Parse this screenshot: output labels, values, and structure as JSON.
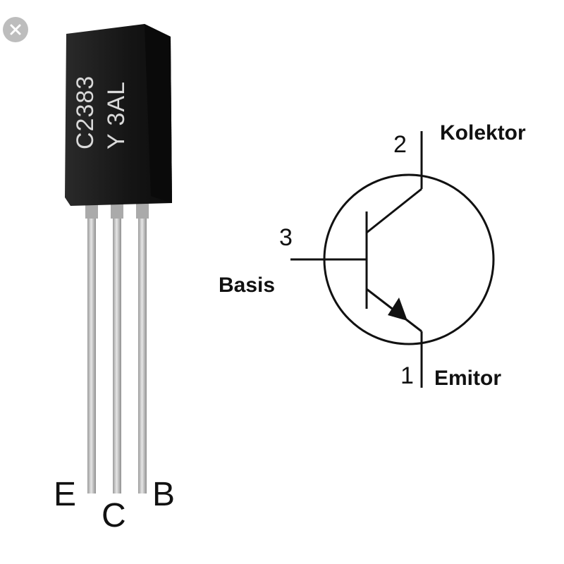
{
  "pin_labels": {
    "e": "E",
    "c": "C",
    "b": "B"
  },
  "marking": {
    "line1": "C2383",
    "line2": "Y 3AL"
  },
  "symbol": {
    "collector": {
      "num": "2",
      "name": "Kolektor"
    },
    "base": {
      "num": "3",
      "name": "Basis"
    },
    "emitter": {
      "num": "1",
      "name": "Emitor"
    }
  },
  "colors": {
    "package": "#1a1a1a",
    "lead": "#b9b9b9",
    "line": "#111111",
    "close_button": "#bdbdbd"
  },
  "icons": {
    "close": "close-icon"
  }
}
